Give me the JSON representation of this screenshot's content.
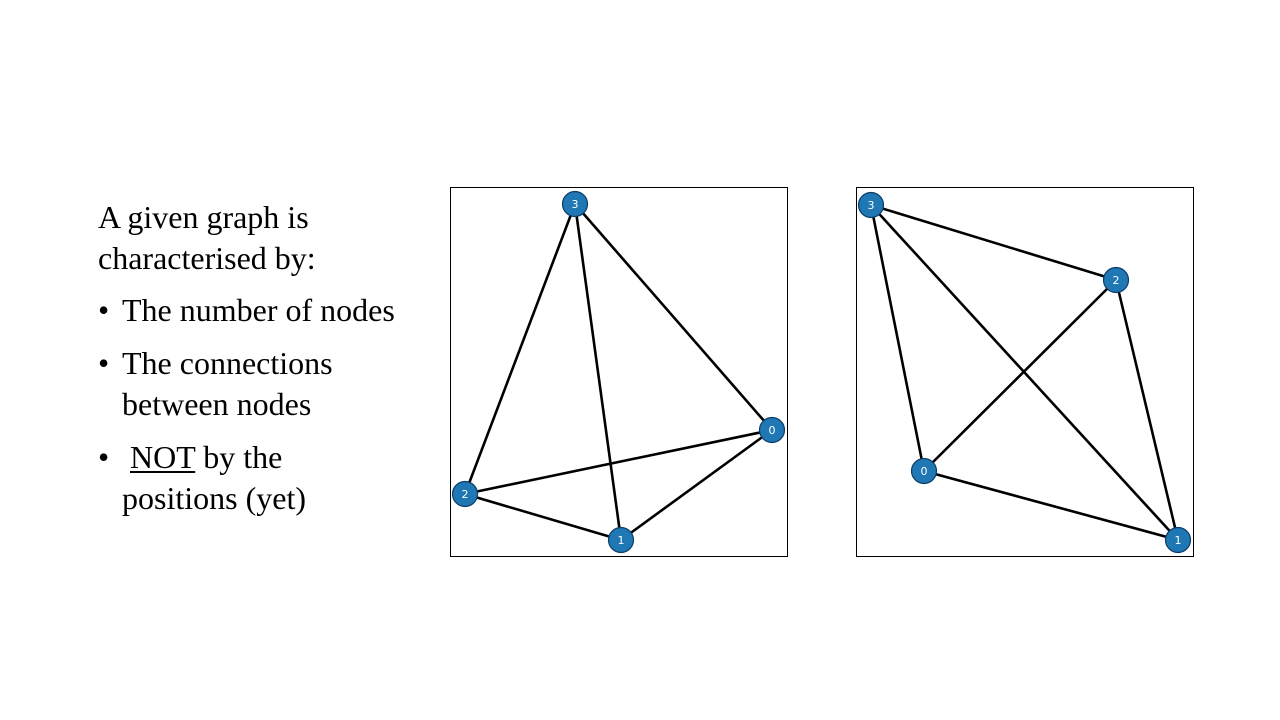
{
  "slide": {
    "intro_line_1": "A given graph is",
    "intro_line_2": "characterised by:",
    "bullets": [
      {
        "marker": "•",
        "line_1": "The number of nodes",
        "line_2": ""
      },
      {
        "marker": "•",
        "line_1": "The connections",
        "line_2": "between nodes"
      },
      {
        "marker": "•",
        "underlined_word": "NOT",
        "line_1_rest": " by the",
        "line_2": "positions (yet)"
      }
    ]
  },
  "colors": {
    "node_fill": "#1f77b4",
    "node_stroke": "#0d3d66",
    "edge": "#000000",
    "frame": "#000000"
  },
  "graphs": [
    {
      "nodes": [
        "0",
        "1",
        "2",
        "3"
      ],
      "edges": [
        [
          "3",
          "2"
        ],
        [
          "3",
          "1"
        ],
        [
          "3",
          "0"
        ],
        [
          "2",
          "0"
        ],
        [
          "2",
          "1"
        ],
        [
          "1",
          "0"
        ]
      ]
    },
    {
      "nodes": [
        "0",
        "1",
        "2",
        "3"
      ],
      "edges": [
        [
          "3",
          "2"
        ],
        [
          "3",
          "0"
        ],
        [
          "3",
          "1"
        ],
        [
          "2",
          "0"
        ],
        [
          "2",
          "1"
        ],
        [
          "0",
          "1"
        ]
      ]
    }
  ]
}
